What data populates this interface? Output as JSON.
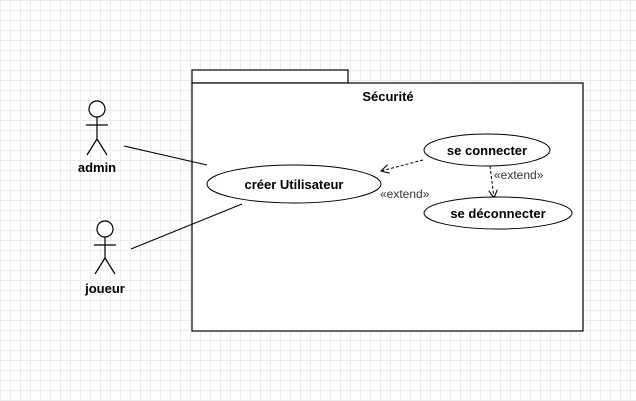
{
  "package": {
    "name": "Sécurité"
  },
  "actors": [
    {
      "id": "admin",
      "label": "admin"
    },
    {
      "id": "joueur",
      "label": "joueur"
    }
  ],
  "use_cases": [
    {
      "id": "creer",
      "label": "créer Utilisateur"
    },
    {
      "id": "connecter",
      "label": "se connecter"
    },
    {
      "id": "deconnecter",
      "label": "se déconnecter"
    }
  ],
  "relations": [
    {
      "type": "association",
      "from": "admin",
      "to": "creer"
    },
    {
      "type": "association",
      "from": "joueur",
      "to": "creer"
    },
    {
      "type": "extend",
      "from": "connecter",
      "to": "creer",
      "label": "«extend»"
    },
    {
      "type": "extend",
      "from": "connecter",
      "to": "deconnecter",
      "label": "«extend»"
    }
  ]
}
